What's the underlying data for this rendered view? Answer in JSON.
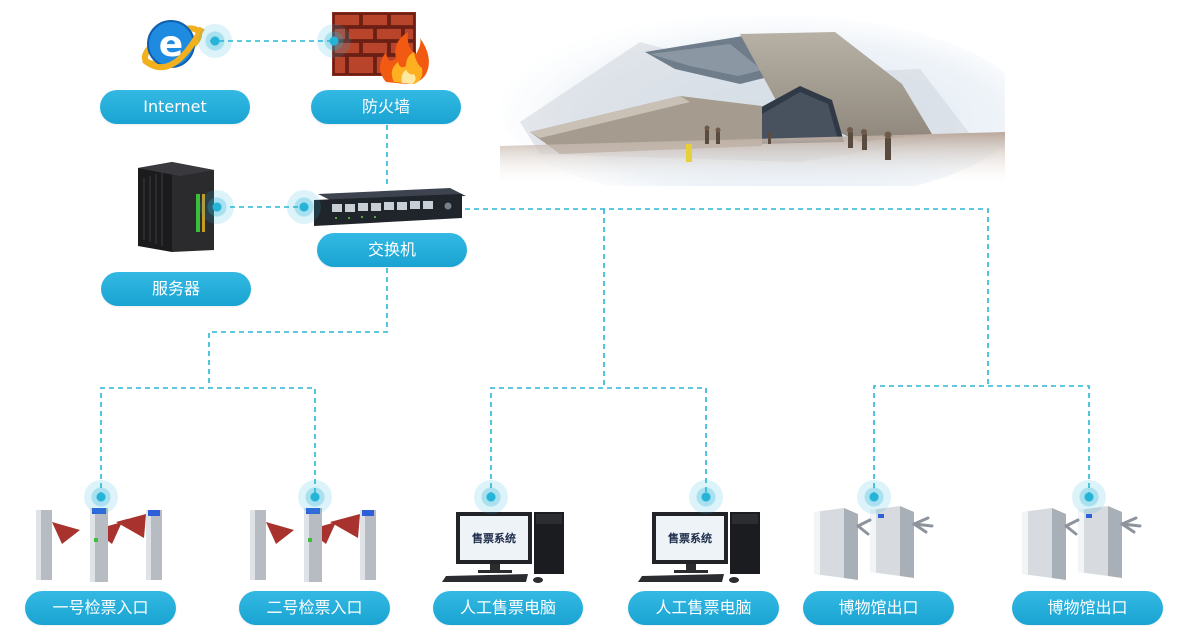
{
  "nodes": {
    "internet": "Internet",
    "firewall": "防火墙",
    "switch": "交换机",
    "server": "服务器",
    "entrance_1": "一号检票入口",
    "entrance_2": "二号检票入口",
    "ticket_pc_1": "人工售票电脑",
    "ticket_pc_2": "人工售票电脑",
    "exit_1": "博物馆出口",
    "exit_2": "博物馆出口"
  },
  "screens": {
    "ticket_pc_1_screen": "售票系统",
    "ticket_pc_2_screen": "售票系统"
  },
  "colors": {
    "accent": "#1aa3d2",
    "link": "#29b6d6",
    "label_text": "#ffffff"
  },
  "icons": [
    "ie-browser-icon",
    "firewall-icon",
    "server-icon",
    "network-switch-icon",
    "flap-gate-icon",
    "desktop-computer-icon",
    "tripod-turnstile-icon",
    "museum-building-image"
  ]
}
